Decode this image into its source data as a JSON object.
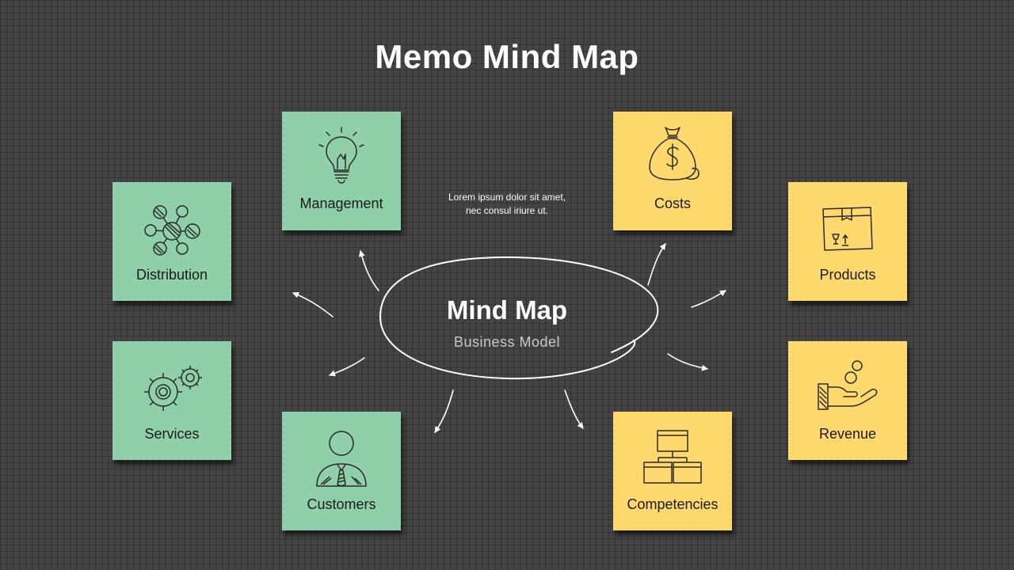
{
  "title": "Memo Mind Map",
  "note": {
    "line1": "Lorem ipsum dolor sit amet,",
    "line2": "nec consul iriure ut."
  },
  "center": {
    "title": "Mind Map",
    "subtitle": "Business Model"
  },
  "colors": {
    "background": "#444444",
    "memo_green": "#8fd0aa",
    "memo_yellow": "#ffd96e",
    "text_light": "#ffffff"
  },
  "nodes": {
    "management": {
      "label": "Management",
      "icon": "lightbulb-icon"
    },
    "distribution": {
      "label": "Distribution",
      "icon": "network-icon"
    },
    "services": {
      "label": "Services",
      "icon": "gears-icon"
    },
    "customers": {
      "label": "Customers",
      "icon": "person-icon"
    },
    "costs": {
      "label": "Costs",
      "icon": "money-bag-icon"
    },
    "products": {
      "label": "Products",
      "icon": "box-icon"
    },
    "revenue": {
      "label": "Revenue",
      "icon": "hand-coins-icon"
    },
    "competencies": {
      "label": "Competencies",
      "icon": "org-chart-icon"
    }
  }
}
